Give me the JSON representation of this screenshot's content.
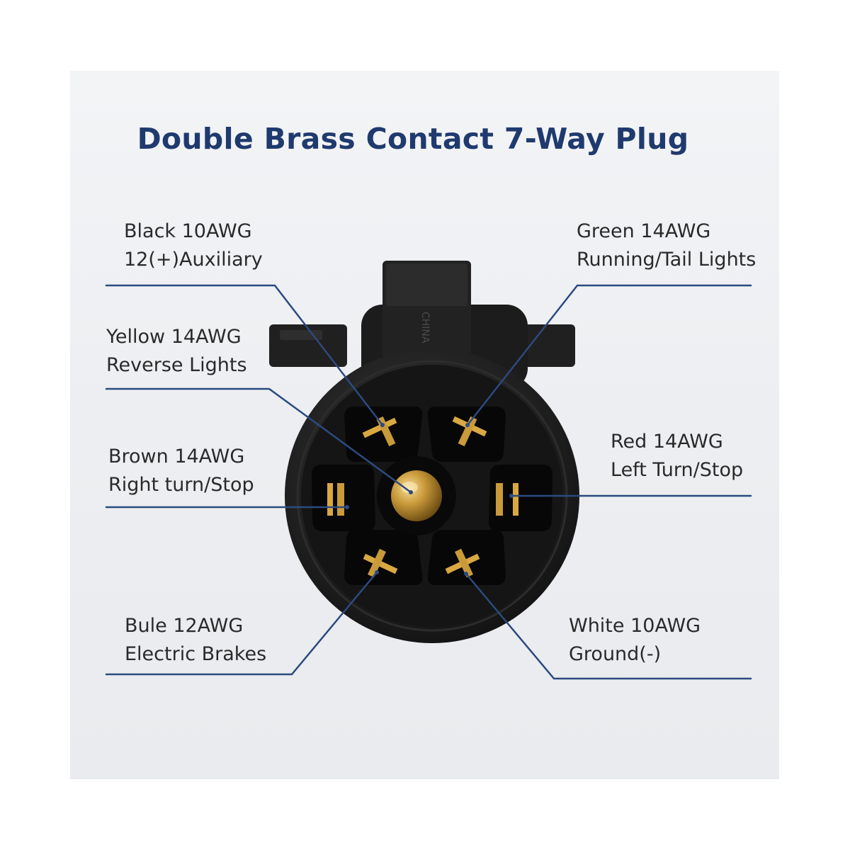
{
  "title": "Double Brass Contact 7-Way Plug",
  "plug_marking": "CHINA",
  "colors": {
    "title": "#1f3a6e",
    "leader_line": "#2c4a80",
    "plug_body": "#1b1b1b",
    "brass": "#c99a3a"
  },
  "pins": [
    {
      "id": "black",
      "line1": "Black 10AWG",
      "line2": "12(+)Auxiliary"
    },
    {
      "id": "yellow",
      "line1": "Yellow 14AWG",
      "line2": "Reverse Lights"
    },
    {
      "id": "brown",
      "line1": "Brown 14AWG",
      "line2": "Right turn/Stop"
    },
    {
      "id": "blue",
      "line1": "Bule 12AWG",
      "line2": "Electric Brakes"
    },
    {
      "id": "green",
      "line1": "Green 14AWG",
      "line2": "Running/Tail Lights"
    },
    {
      "id": "red",
      "line1": "Red 14AWG",
      "line2": "Left Turn/Stop"
    },
    {
      "id": "white",
      "line1": "White 10AWG",
      "line2": "Ground(-)"
    }
  ]
}
